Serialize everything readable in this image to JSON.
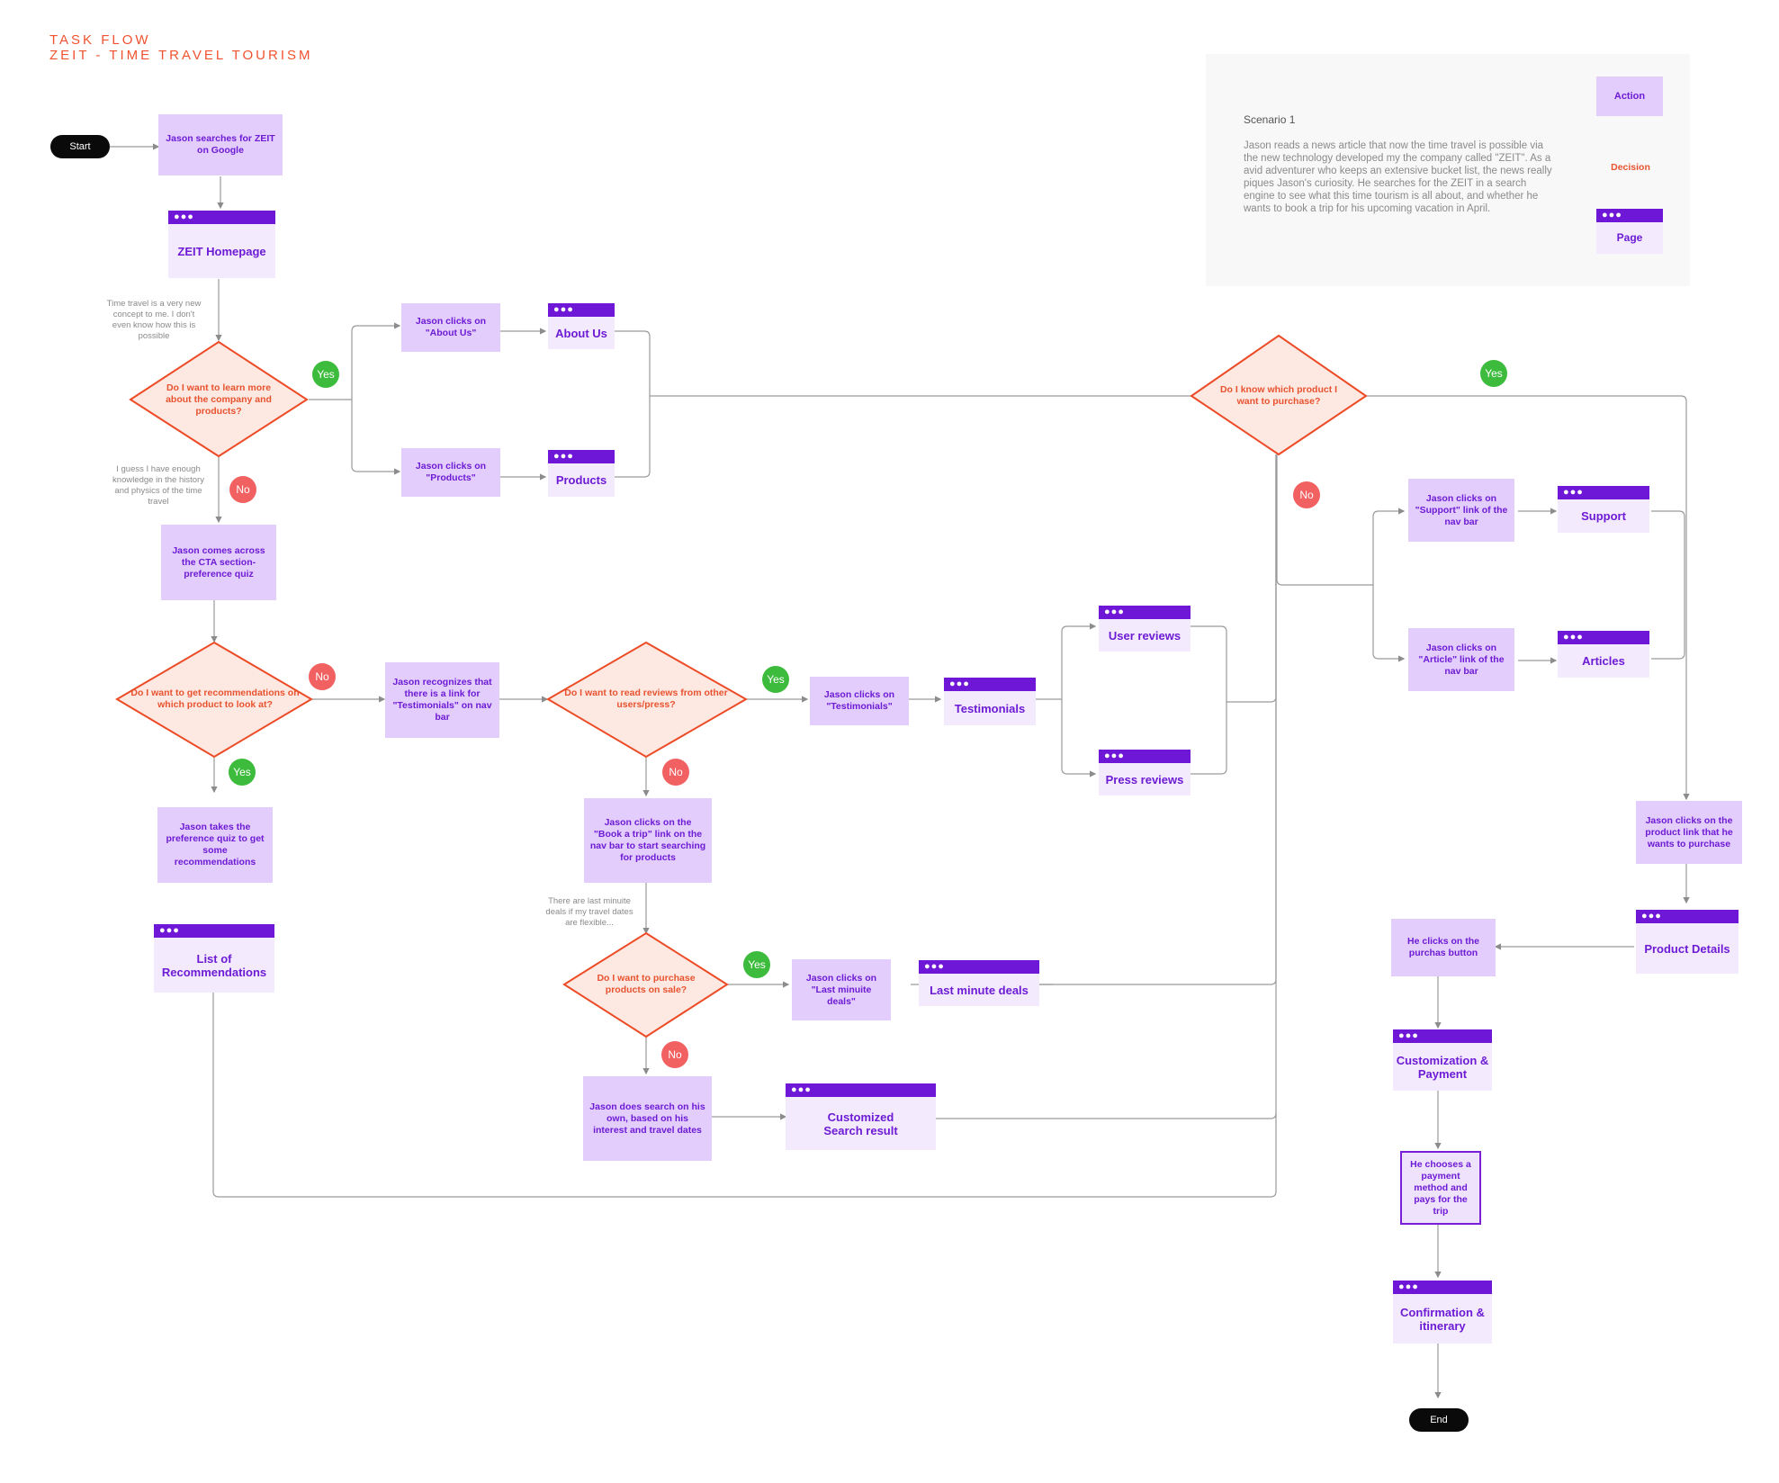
{
  "header": {
    "line1": "TASK FLOW",
    "line2": "ZEIT - TIME TRAVEL TOURISM"
  },
  "colors": {
    "accent": "#f0522f",
    "action_fill": "#e3cdfc",
    "page_bar": "#6f17d6",
    "decision_fill": "#fde8e2",
    "decision_stroke": "#ec4b26",
    "yes": "#3cbb3c",
    "no": "#f16161",
    "connector": "#9a9a9a"
  },
  "legend": {
    "scenario_title": "Scenario 1",
    "scenario_text": "Jason reads a news article that now the time travel is possible via the new technology developed my the company called \"ZEIT\". As a avid adventurer who keeps an extensive bucket list, the news really piques Jason's curiosity. He searches for the ZEIT in a search engine to see what this time tourism is all about, and whether he wants to book a trip for his upcoming vacation in April.",
    "action_label": "Action",
    "decision_label": "Decision",
    "page_label": "Page"
  },
  "terminals": {
    "start": "Start",
    "end": "End"
  },
  "actions": {
    "search_google": "Jason searches for ZEIT on Google",
    "clicks_about": "Jason clicks on \"About Us\"",
    "clicks_products": "Jason clicks on \"Products\"",
    "cta_quiz": "Jason comes across the CTA section- preference quiz",
    "takes_quiz": "Jason takes the preference quiz to get some recommendations",
    "recognizes_testimonials": "Jason recognizes that there is a link for \"Testimonials\" on nav bar",
    "clicks_testimonials": "Jason clicks on \"Testimonials\"",
    "clicks_book_trip": "Jason clicks on the \"Book a trip\" link on the nav bar to start searching for products",
    "clicks_last_minute": "Jason clicks on \"Last minuite deals\"",
    "own_search": "Jason does search on his own, based on his interest and travel dates",
    "clicks_support": "Jason clicks on \"Support\" link of the nav bar",
    "clicks_article": "Jason clicks on \"Article\" link of the nav bar",
    "clicks_product_link": "Jason clicks on the product link that he wants to purchase",
    "clicks_purchase": "He clicks on the purchas button",
    "chooses_payment": "He chooses a payment method and pays for the trip"
  },
  "pages": {
    "homepage": "ZEIT Homepage",
    "about": "About Us",
    "products": "Products",
    "recommendations": "List of Recommendations",
    "testimonials": "Testimonials",
    "user_reviews": "User reviews",
    "press_reviews": "Press reviews",
    "last_minute": "Last minute deals",
    "search_result": "Customized Search result",
    "support": "Support",
    "articles": "Articles",
    "product_details": "Product Details",
    "customization": "Customization & Payment",
    "confirmation": "Confirmation & itinerary"
  },
  "decisions": {
    "learn_more": "Do I want to learn more about the company and products?",
    "recommendations": "Do I want to get recommendations on which product to look at?",
    "read_reviews": "Do I want to read reviews from other users/press?",
    "purchase_sale": "Do I want to purchase products on sale?",
    "know_product": "Do I know which product I want to purchase?"
  },
  "badges": {
    "yes": "Yes",
    "no": "No"
  },
  "notes": {
    "new_concept": "Time travel is a very new concept to me. I don't even know how this is possible",
    "enough_knowledge": "I guess I have enough knowledge in the history and physics of the time travel",
    "last_minute_note": "There are last minuite deals if my travel dates are flexible..."
  }
}
